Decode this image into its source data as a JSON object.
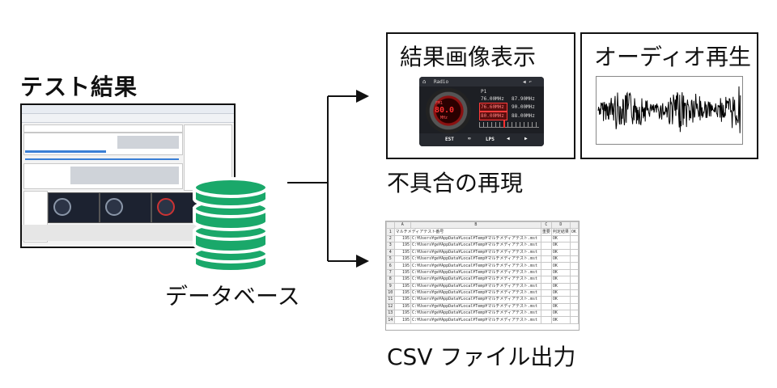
{
  "labels": {
    "test_results": "テスト結果",
    "database": "データベース",
    "image_display": "結果画像表示",
    "audio_playback": "オーディオ再生",
    "reproduce": "不具合の再現",
    "csv_output": "CSV ファイル出力"
  },
  "radio": {
    "title": "Radio",
    "preset": "P1",
    "display_freq": "80.0",
    "display_unit": "MHz",
    "band": "FM1",
    "freqs_left": [
      "76.00MHz",
      "76.60MHz",
      "80.00MHz"
    ],
    "freqs_right": [
      "87.90MHz",
      "90.00MHz",
      "88.00MHz"
    ],
    "bottom_buttons": [
      "EST",
      "LPS"
    ]
  },
  "csv": {
    "col_letters": [
      "A",
      "B",
      "C",
      "D"
    ],
    "headers": [
      "マルチメディアテスト番号",
      "",
      "重要",
      "判定結果",
      "OK"
    ],
    "row_numbers": [
      "1",
      "2",
      "3",
      "4",
      "5",
      "6",
      "7",
      "8",
      "9",
      "10",
      "11",
      "12",
      "13",
      "14"
    ],
    "rows": [
      {
        "num": "195",
        "path": "C:¥Users¥ge¥AppData¥Local¥Temp¥マルチメディアテスト.mst",
        "result": "OK"
      },
      {
        "num": "195",
        "path": "C:¥Users¥ge¥AppData¥Local¥Temp¥マルチメディアテスト.mst",
        "result": "OK"
      },
      {
        "num": "195",
        "path": "C:¥Users¥ge¥AppData¥Local¥Temp¥マルチメディアテスト.mst",
        "result": "OK"
      },
      {
        "num": "195",
        "path": "C:¥Users¥ge¥AppData¥Local¥Temp¥マルチメディアテスト.mst",
        "result": "OK"
      },
      {
        "num": "195",
        "path": "C:¥Users¥ge¥AppData¥Local¥Temp¥マルチメディアテスト.mst",
        "result": "OK"
      },
      {
        "num": "195",
        "path": "C:¥Users¥ge¥AppData¥Local¥Temp¥マルチメディアテスト.mst",
        "result": "OK"
      },
      {
        "num": "195",
        "path": "C:¥Users¥ge¥AppData¥Local¥Temp¥マルチメディアテスト.mst",
        "result": "OK"
      },
      {
        "num": "195",
        "path": "C:¥Users¥ge¥AppData¥Local¥Temp¥マルチメディアテスト.mst",
        "result": "OK"
      },
      {
        "num": "195",
        "path": "C:¥Users¥ge¥AppData¥Local¥Temp¥マルチメディアテスト.mst",
        "result": "OK"
      },
      {
        "num": "195",
        "path": "C:¥Users¥ge¥AppData¥Local¥Temp¥マルチメディアテスト.mst",
        "result": "OK"
      },
      {
        "num": "195",
        "path": "C:¥Users¥ge¥AppData¥Local¥Temp¥マルチメディアテスト.mst",
        "result": "OK"
      },
      {
        "num": "195",
        "path": "C:¥Users¥ge¥AppData¥Local¥Temp¥マルチメディアテスト.mst",
        "result": "OK"
      },
      {
        "num": "195",
        "path": "C:¥Users¥ge¥AppData¥Local¥Temp¥マルチメディアテスト.mst",
        "result": "OK"
      }
    ]
  },
  "colors": {
    "database": "#1aa86a",
    "line": "#111111"
  },
  "icons": [
    "database-icon",
    "waveform-icon",
    "arrow-right-icon",
    "home-icon"
  ]
}
